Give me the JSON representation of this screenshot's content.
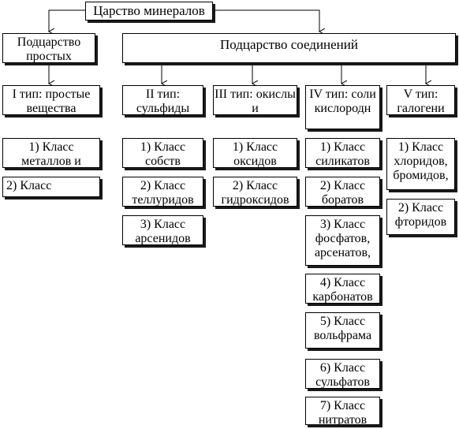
{
  "root": "Царство минералов",
  "subkingdoms": {
    "simple": "Подцарство простых",
    "compounds": "Подцарство соединений"
  },
  "types": {
    "t1": "I тип: простые вещества",
    "t2": "II тип: сульфиды",
    "t3": "III тип: окислы и",
    "t4": "IV тип: соли кислородн",
    "t5": "V тип: галогени"
  },
  "classes": {
    "t1": [
      "1) Класс металлов и",
      "2) Класс"
    ],
    "t2": [
      "1) Класс собств",
      "2) Класс теллуридов",
      "3) Класс арсенидов"
    ],
    "t3": [
      "1) Класс оксидов",
      "2) Класс гидроксидов"
    ],
    "t4": [
      "1) Класс силикатов",
      "2) Класс боратов",
      "3) Класс фосфатов, арсенатов,",
      "4) Класс карбонатов",
      "5) Класс вольфрама",
      "6) Класс сульфатов",
      "7) Класс нитратов"
    ],
    "t5": [
      "1) Класс хлоридов, бромидов,",
      "2) Класс фторидов"
    ]
  }
}
